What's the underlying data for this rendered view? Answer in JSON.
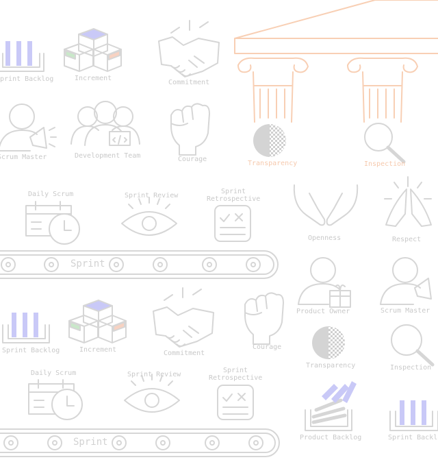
{
  "title": "",
  "colors": {
    "line": "#d6d6d6",
    "accent_blue": "#c9c9f7",
    "accent_green": "#c9e8c9",
    "accent_salmon": "#f7d2c2",
    "pillar": "#f8cfb4"
  },
  "tiles": {
    "sprint_backlog_1": "Sprint Backlog",
    "increment_1": "Increment",
    "commitment_1": "Commitment",
    "scrum_master_1": "Scrum Master",
    "development_team": "Development Team",
    "courage_1": "Courage",
    "transparency_1": "Transparency",
    "inspection_1": "Inspection",
    "daily_scrum_1": "Daily Scrum",
    "sprint_review_1": "Sprint Review",
    "sprint_retrospective_1": "Sprint Retrospective",
    "openness": "Openness",
    "respect": "Respect",
    "sprint_belt_1": "Sprint",
    "product_owner": "Product Owner",
    "scrum_master_2": "Scrum Master",
    "sprint_backlog_2": "Sprint Backlog",
    "increment_2": "Increment",
    "commitment_2": "Commitment",
    "courage_2": "Courage",
    "transparency_2": "Transparency",
    "inspection_2": "Inspection",
    "daily_scrum_2": "Daily Scrum",
    "sprint_review_2": "Sprint Review",
    "sprint_retrospective_2": "Sprint Retrospective",
    "product_backlog": "Product Backlog",
    "sprint_backlog_3": "Sprint Backlog",
    "sprint_belt_2": "Sprint"
  }
}
